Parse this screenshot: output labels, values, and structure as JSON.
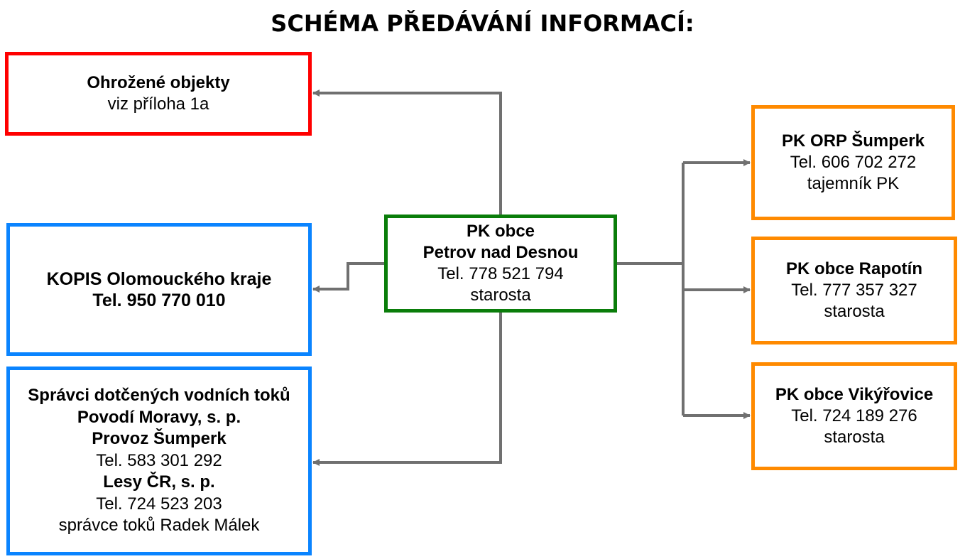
{
  "title": "SCHÉMA PŘEDÁVÁNÍ INFORMACÍ:",
  "colors": {
    "red": "#ff0000",
    "blue": "#0a84ff",
    "green": "#0a7d0a",
    "orange": "#ff8a00",
    "connector": "#707070"
  },
  "center": {
    "line1": "PK obce",
    "line2": "Petrov nad Desnou",
    "tel": "Tel. 778 521 794",
    "role": "starosta"
  },
  "threatened": {
    "title": "Ohrožené objekty",
    "note": "viz příloha 1a"
  },
  "kopis": {
    "title": "KOPIS Olomouckého kraje",
    "tel": "Tel. 950 770 010"
  },
  "water": {
    "line1": "Správci dotčených vodních toků",
    "line2": "Povodí Moravy, s. p.",
    "line3": "Provoz Šumperk",
    "tel1": "Tel. 583 301 292",
    "line4": "Lesy ČR, s. p.",
    "tel2": "Tel. 724 523 203",
    "role": "správce toků Radek Málek"
  },
  "orp": {
    "title": "PK ORP Šumperk",
    "tel": "Tel. 606 702 272",
    "role": "tajemník PK"
  },
  "rapotin": {
    "title": "PK obce Rapotín",
    "tel": "Tel. 777 357 327",
    "role": "starosta"
  },
  "vikyrovice": {
    "title": "PK obce Vikýřovice",
    "tel": "Tel. 724 189 276",
    "role": "starosta"
  }
}
